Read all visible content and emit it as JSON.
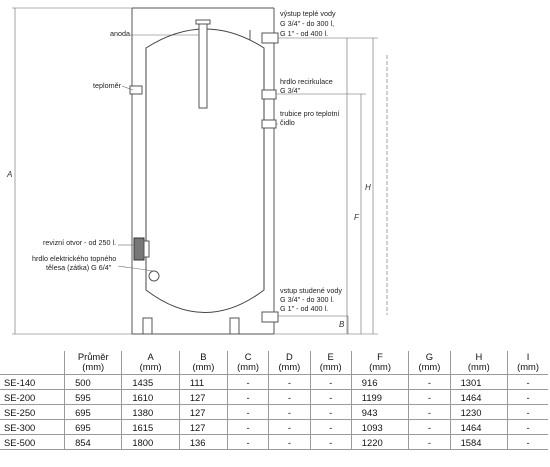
{
  "diagram": {
    "labels": {
      "anoda": "anoda",
      "teplomer": "teploměr",
      "vystup_teple_1": "výstup teplé vody",
      "vystup_teple_2": "G 3/4\" - do 300 l,",
      "vystup_teple_3": "G 1\" - od 400 l.",
      "hrdlo_recirk_1": "hrdlo recirkulace",
      "hrdlo_recirk_2": "G 3/4\"",
      "trubice_1": "trubice pro teplotní",
      "trubice_2": "čidlo",
      "revizni": "revizní otvor - od 250 l.",
      "hrdlo_el_1": "hrdlo elektrického topného",
      "hrdlo_el_2": "tělesa (zátka) G 6/4\"",
      "vstup_stud_1": "vstup studené vody",
      "vstup_stud_2": "G 3/4\" - do 300 l.",
      "vstup_stud_3": "G 1\" - od 400 l."
    },
    "dimensions": {
      "A": "A",
      "H": "H",
      "F": "F",
      "B": "B"
    }
  },
  "table": {
    "headers": [
      {
        "name": "",
        "unit": ""
      },
      {
        "name": "Průměr",
        "unit": "(mm)"
      },
      {
        "name": "A",
        "unit": "(mm)"
      },
      {
        "name": "B",
        "unit": "(mm)"
      },
      {
        "name": "C",
        "unit": "(mm)"
      },
      {
        "name": "D",
        "unit": "(mm)"
      },
      {
        "name": "E",
        "unit": "(mm)"
      },
      {
        "name": "F",
        "unit": "(mm)"
      },
      {
        "name": "G",
        "unit": "(mm)"
      },
      {
        "name": "H",
        "unit": "(mm)"
      },
      {
        "name": "I",
        "unit": "(mm)"
      }
    ],
    "rows": [
      [
        "SE-140",
        "500",
        "1435",
        "111",
        "-",
        "-",
        "-",
        "916",
        "-",
        "1301",
        "-"
      ],
      [
        "SE-200",
        "595",
        "1610",
        "127",
        "-",
        "-",
        "-",
        "1199",
        "-",
        "1464",
        "-"
      ],
      [
        "SE-250",
        "695",
        "1380",
        "127",
        "-",
        "-",
        "-",
        "943",
        "-",
        "1230",
        "-"
      ],
      [
        "SE-300",
        "695",
        "1615",
        "127",
        "-",
        "-",
        "-",
        "1093",
        "-",
        "1464",
        "-"
      ],
      [
        "SE-500",
        "854",
        "1800",
        "136",
        "-",
        "-",
        "-",
        "1220",
        "-",
        "1584",
        "-"
      ]
    ]
  }
}
